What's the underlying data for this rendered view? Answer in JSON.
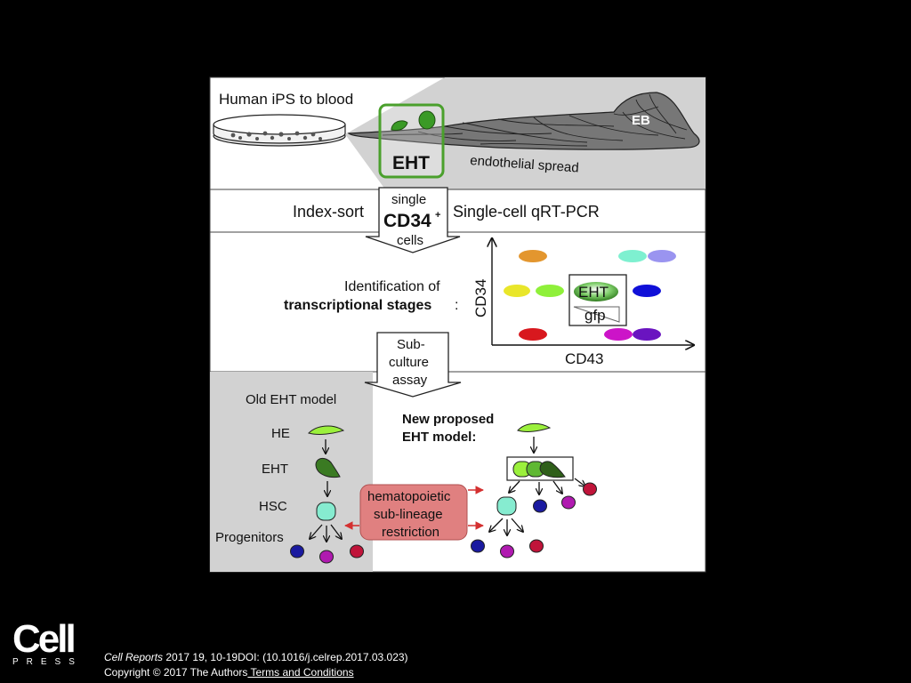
{
  "figure": {
    "top_panel": {
      "title": "Human iPS to blood",
      "eb": "EB",
      "eht": "EHT",
      "spread": "endothelial spread"
    },
    "sort_row": {
      "left": "Index-sort",
      "right": "Single-cell qRT-PCR",
      "arrow_single": "single",
      "arrow_cd34": "CD34",
      "arrow_sup": "+",
      "arrow_cells": "cells"
    },
    "ident": {
      "line1": "Identification of",
      "line2": "transcriptional stages",
      "colon": ":"
    },
    "scatter": {
      "ylabel": "CD34",
      "xlabel": "CD43",
      "eht": "EHT",
      "gfp": "gfp",
      "cell_colors": [
        "#e3962e",
        "#e9e62a",
        "#8ff03a",
        "#7ef0d0",
        "#9a94f0",
        "#1010d8",
        "#d8181e",
        "#cc14c8",
        "#6a14c0"
      ]
    },
    "subculture_arrow": [
      "Sub-",
      "culture",
      "assay"
    ],
    "old_model": {
      "title": "Old EHT model",
      "stages": [
        "HE",
        "EHT",
        "HSC",
        "Progenitors"
      ]
    },
    "new_model": {
      "title_line1": "New proposed",
      "title_line2": "EHT model:"
    },
    "restriction_box": [
      "hematopoietic",
      "sub-lineage",
      "restriction"
    ],
    "colors": {
      "green_outline": "#4aa02c",
      "he_green": "#9bf03c",
      "eht_dark_green": "#3a7a22",
      "hsc_cyan": "#86ecd0",
      "restriction_red": "#e08080",
      "arrow_red": "#d43030"
    }
  },
  "logo": {
    "word": "Cell",
    "press": "PRESS"
  },
  "citation": {
    "journal": "Cell Reports",
    "ref": " 2017 19, 10-19DOI: (10.1016/j.celrep.2017.03.023)",
    "copyright": "Copyright © 2017 The Authors",
    "terms": " Terms and Conditions"
  }
}
